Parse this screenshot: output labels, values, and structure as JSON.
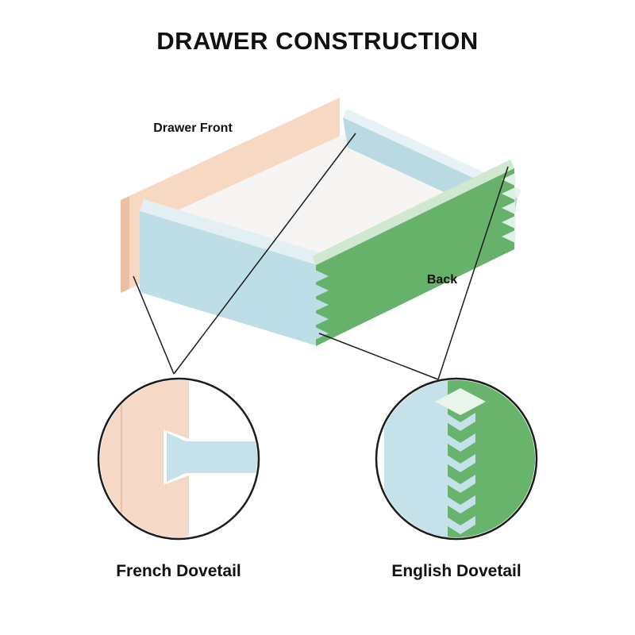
{
  "title": "DRAWER CONSTRUCTION",
  "labels": {
    "drawer_front": "Drawer Front",
    "back": "Back"
  },
  "callouts": {
    "french": "French Dovetail",
    "english": "English Dovetail"
  },
  "colors": {
    "front_face": "#f6d8c3",
    "front_edge": "#eac0a4",
    "side_face": "#bddde7",
    "side_top": "#e2f0f4",
    "inner_side": "#b9dae3",
    "inner_side_top": "#e6f2f5",
    "back_face": "#66b26a",
    "back_top": "#cfe8cf",
    "tooth_light": "#dff0e6",
    "interior": "#f6f5f3",
    "detail_pink": "#f6d8c6",
    "detail_blue": "#c5e1e9",
    "detail_green": "#69b46d",
    "joint_top": "#e9f4ea",
    "outline": "#1c1c1c",
    "text": "#111111"
  }
}
